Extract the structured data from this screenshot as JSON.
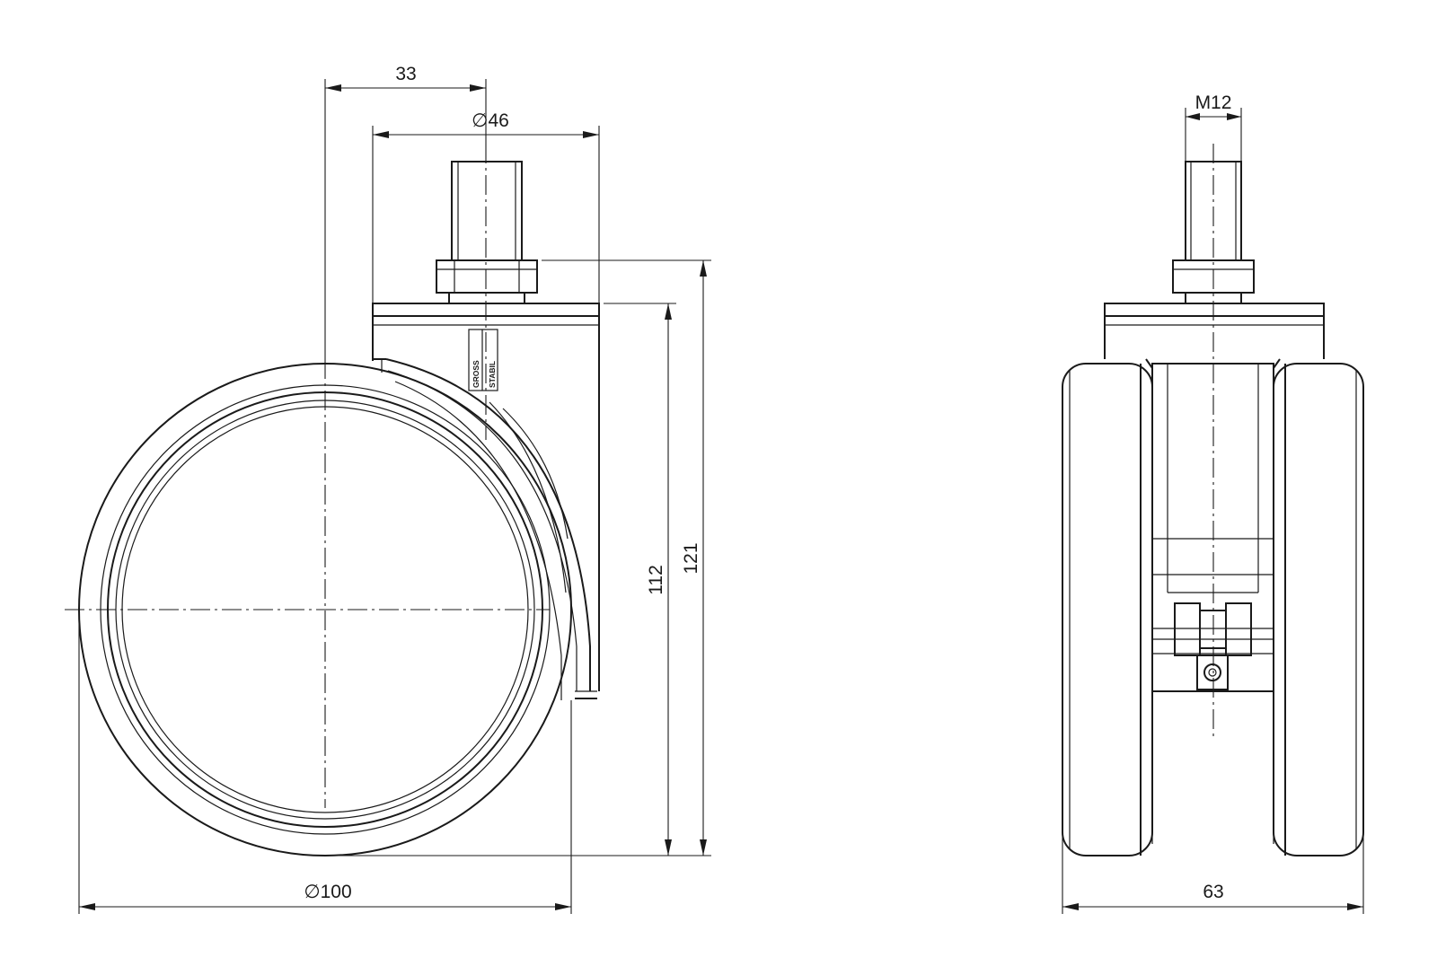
{
  "dimensions": {
    "offset": "33",
    "plate_diameter": "∅46",
    "thread": "M12",
    "height_112": "112",
    "height_121": "121",
    "wheel_diameter": "∅100",
    "width": "63"
  },
  "logo": {
    "line1": "GROSS",
    "line2": "STABIL"
  }
}
